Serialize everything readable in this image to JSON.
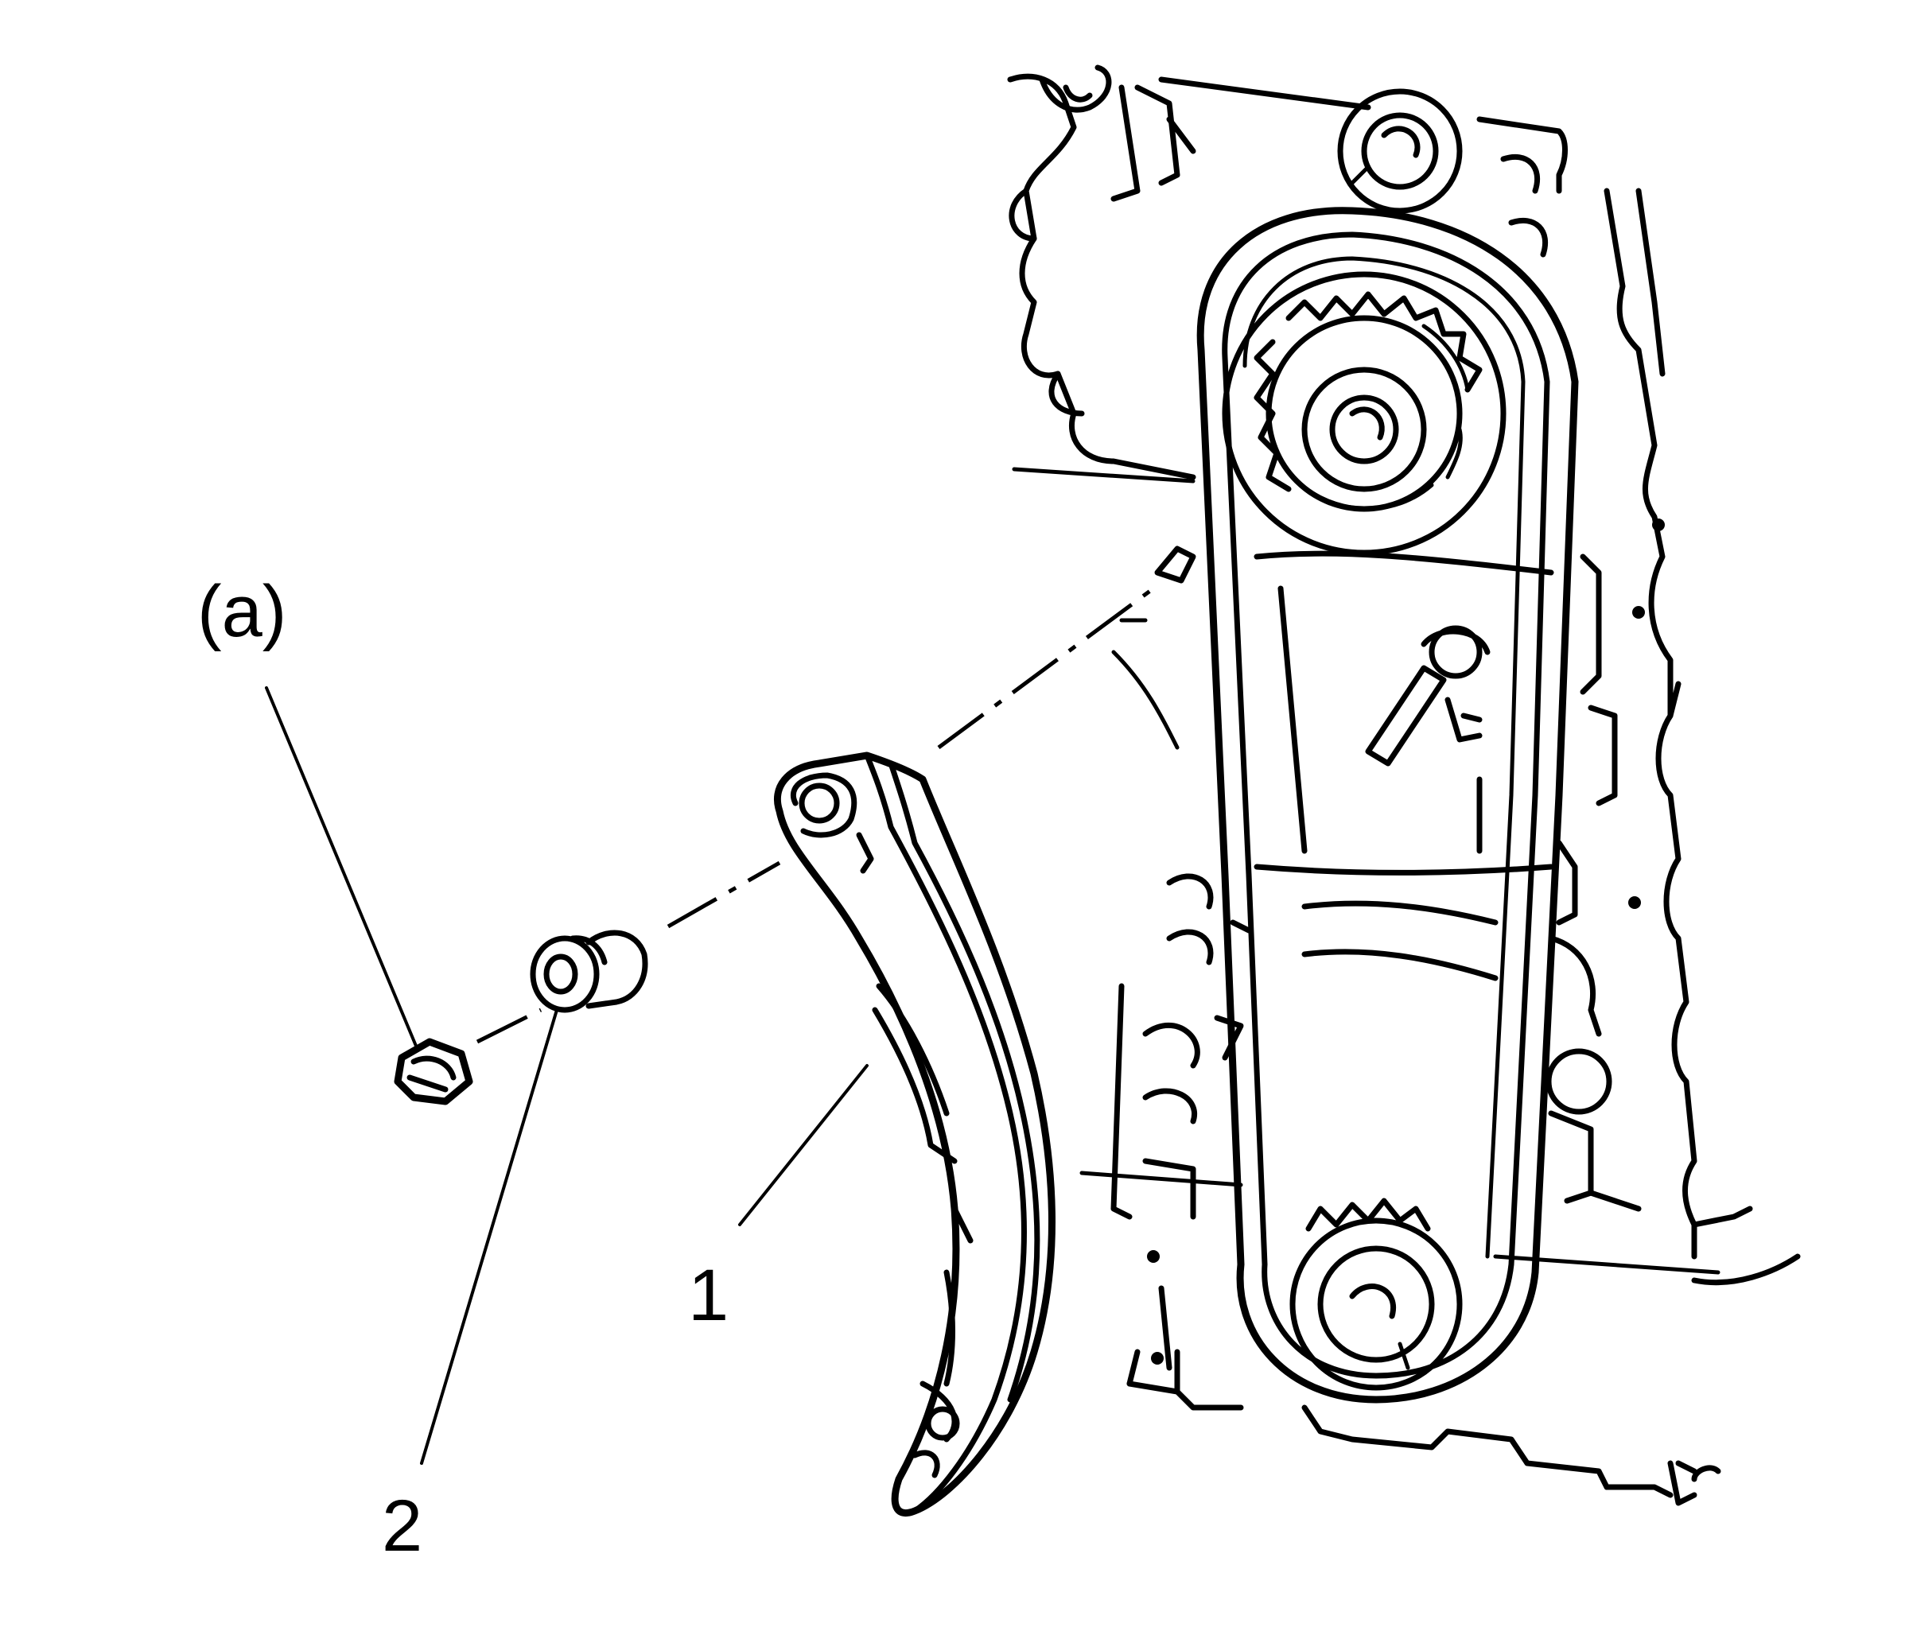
{
  "callouts": {
    "part_1": "1",
    "part_2": "2",
    "part_a": "(a)"
  },
  "colors": {
    "ink": "#000000",
    "background": "#ffffff"
  }
}
